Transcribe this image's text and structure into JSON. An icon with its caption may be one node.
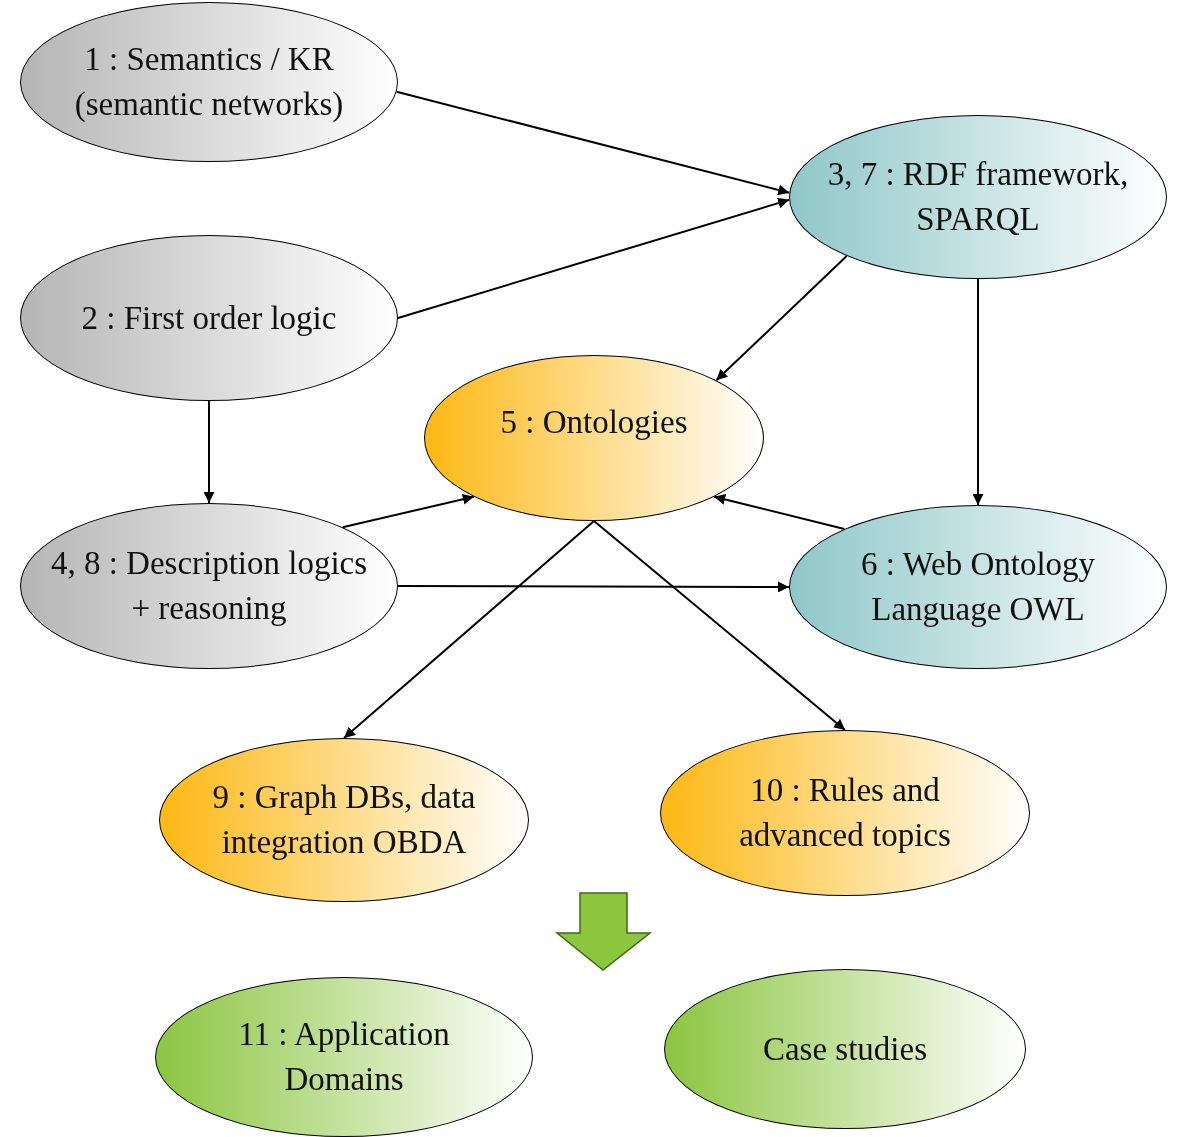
{
  "diagram": {
    "nodes": [
      {
        "text": [
          "1 : Semantics / KR (semantic networks)"
        ]
      },
      {
        "text": [
          "2 : First order logic"
        ]
      },
      {
        "text": [
          "3, 7 : RDF framework, SPARQL"
        ]
      },
      {
        "text": [
          "5 : Ontologies"
        ]
      },
      {
        "text": [
          "4, 8 : Description logics + reasoning"
        ]
      },
      {
        "text": [
          "6 : Web Ontology Language OWL"
        ]
      },
      {
        "text": [
          "9 : Graph DBs, data integration OBDA"
        ]
      },
      {
        "text": [
          "10 : Rules and advanced topics"
        ]
      },
      {
        "text": [
          "11 : Application Domains"
        ]
      },
      {
        "text": [
          "Case studies"
        ]
      }
    ],
    "edges": [
      {
        "from": 0,
        "to": 2,
        "arrow": "to"
      },
      {
        "from": 1,
        "to": 2,
        "arrow": "to"
      },
      {
        "from": 2,
        "to": 3,
        "arrow": "to"
      },
      {
        "from": 2,
        "to": 5,
        "arrow": "to"
      },
      {
        "from": 1,
        "to": 4,
        "arrow": "to"
      },
      {
        "from": 4,
        "to": 3,
        "arrow": "to"
      },
      {
        "from": 5,
        "to": 3,
        "arrow": "to"
      },
      {
        "from": 4,
        "to": 5,
        "arrow": "to"
      },
      {
        "from": 3,
        "to": 6,
        "arrow": "to"
      },
      {
        "from": 3,
        "to": 7,
        "arrow": "to"
      }
    ]
  }
}
